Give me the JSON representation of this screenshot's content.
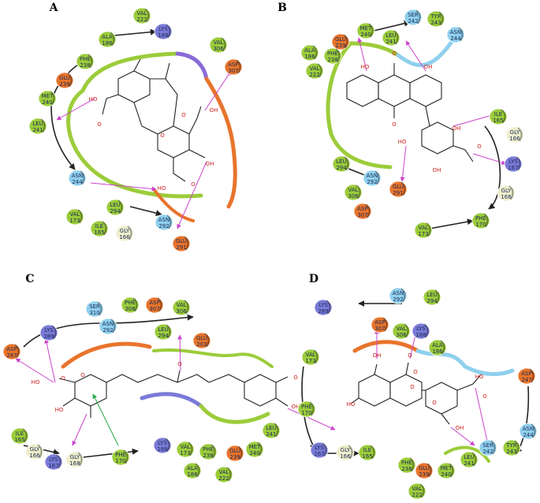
{
  "colors": {
    "hydrophobic": "#9ccc3a",
    "negative": "#e8742c",
    "positive": "#7a7ad8",
    "polar": "#8fd0ee",
    "glycine": "#eeeecc",
    "backbone": "#222222",
    "hbond": "#cc44cc",
    "pipi": "#22aa44",
    "oxygen": "#cc2222"
  },
  "panels": [
    {
      "label": "A",
      "residues": [
        {
          "name": "VAL",
          "num": "222",
          "type": "hydrophobic"
        },
        {
          "name": "LYS",
          "num": "188",
          "type": "positive"
        },
        {
          "name": "ALA",
          "num": "186",
          "type": "hydrophobic"
        },
        {
          "name": "VAL",
          "num": "306",
          "type": "hydrophobic"
        },
        {
          "name": "PHE",
          "num": "238",
          "type": "hydrophobic"
        },
        {
          "name": "ASP",
          "num": "307",
          "type": "negative"
        },
        {
          "name": "GLU",
          "num": "239",
          "type": "negative"
        },
        {
          "name": "MET",
          "num": "240",
          "type": "hydrophobic"
        },
        {
          "name": "LEU",
          "num": "241",
          "type": "hydrophobic"
        },
        {
          "name": "ASN",
          "num": "244",
          "type": "polar"
        },
        {
          "name": "VAL",
          "num": "173",
          "type": "hydrophobic"
        },
        {
          "name": "LEU",
          "num": "294",
          "type": "hydrophobic"
        },
        {
          "name": "ASN",
          "num": "292",
          "type": "polar"
        },
        {
          "name": "ILE",
          "num": "165",
          "type": "hydrophobic"
        },
        {
          "name": "GLY",
          "num": "166",
          "type": "glycine"
        },
        {
          "name": "GLU",
          "num": "291",
          "type": "negative"
        }
      ],
      "atoms": [
        "HO",
        "O",
        "O",
        "O",
        "OH",
        "OH",
        "HO",
        "O"
      ]
    },
    {
      "label": "B",
      "residues": [
        {
          "name": "SER",
          "num": "242",
          "type": "polar"
        },
        {
          "name": "TYR",
          "num": "243",
          "type": "hydrophobic"
        },
        {
          "name": "MET",
          "num": "240",
          "type": "hydrophobic"
        },
        {
          "name": "LEU",
          "num": "241",
          "type": "hydrophobic"
        },
        {
          "name": "ASN",
          "num": "244",
          "type": "polar"
        },
        {
          "name": "GLU",
          "num": "239",
          "type": "negative"
        },
        {
          "name": "ALA",
          "num": "186",
          "type": "hydrophobic"
        },
        {
          "name": "PHE",
          "num": "238",
          "type": "hydrophobic"
        },
        {
          "name": "VAL",
          "num": "222",
          "type": "hydrophobic"
        },
        {
          "name": "ILE",
          "num": "165",
          "type": "hydrophobic"
        },
        {
          "name": "GLY",
          "num": "166",
          "type": "glycine"
        },
        {
          "name": "LYS",
          "num": "167",
          "type": "positive"
        },
        {
          "name": "LEU",
          "num": "294",
          "type": "hydrophobic"
        },
        {
          "name": "ASN",
          "num": "292",
          "type": "polar"
        },
        {
          "name": "GLU",
          "num": "291",
          "type": "negative"
        },
        {
          "name": "VAL",
          "num": "306",
          "type": "hydrophobic"
        },
        {
          "name": "ASP",
          "num": "307",
          "type": "negative"
        },
        {
          "name": "GLY",
          "num": "168",
          "type": "glycine"
        },
        {
          "name": "PHE",
          "num": "170",
          "type": "hydrophobic"
        },
        {
          "name": "VAL",
          "num": "173",
          "type": "hydrophobic"
        }
      ],
      "atoms": [
        "HO",
        "OH",
        "O",
        "O",
        "OH",
        "HO",
        "OH",
        "O"
      ]
    },
    {
      "label": "C",
      "residues": [
        {
          "name": "SER",
          "num": "310",
          "type": "polar"
        },
        {
          "name": "PHE",
          "num": "308",
          "type": "hydrophobic"
        },
        {
          "name": "ASP",
          "num": "307",
          "type": "negative"
        },
        {
          "name": "VAL",
          "num": "306",
          "type": "hydrophobic"
        },
        {
          "name": "LYS",
          "num": "289",
          "type": "positive"
        },
        {
          "name": "ASN",
          "num": "292",
          "type": "polar"
        },
        {
          "name": "LEU",
          "num": "294",
          "type": "hydrophobic"
        },
        {
          "name": "GLU",
          "num": "203",
          "type": "negative"
        },
        {
          "name": "ASP",
          "num": "287",
          "type": "negative"
        },
        {
          "name": "ILE",
          "num": "165",
          "type": "hydrophobic"
        },
        {
          "name": "GLY",
          "num": "166",
          "type": "glycine"
        },
        {
          "name": "LYS",
          "num": "167",
          "type": "positive"
        },
        {
          "name": "GLY",
          "num": "168",
          "type": "glycine"
        },
        {
          "name": "PHE",
          "num": "170",
          "type": "hydrophobic"
        },
        {
          "name": "LYS",
          "num": "188",
          "type": "positive"
        },
        {
          "name": "VAL",
          "num": "173",
          "type": "hydrophobic"
        },
        {
          "name": "ALA",
          "num": "186",
          "type": "hydrophobic"
        },
        {
          "name": "PHE",
          "num": "238",
          "type": "hydrophobic"
        },
        {
          "name": "GLU",
          "num": "239",
          "type": "negative"
        },
        {
          "name": "MET",
          "num": "240",
          "type": "hydrophobic"
        },
        {
          "name": "LEU",
          "num": "241",
          "type": "hydrophobic"
        },
        {
          "name": "VAL",
          "num": "222",
          "type": "hydrophobic"
        }
      ],
      "atoms": [
        "HO",
        "O",
        "O",
        "HO",
        "O",
        "OH",
        "O"
      ]
    },
    {
      "label": "D",
      "residues": [
        {
          "name": "ASN",
          "num": "292",
          "type": "polar"
        },
        {
          "name": "LEU",
          "num": "294",
          "type": "hydrophobic"
        },
        {
          "name": "LYS",
          "num": "289",
          "type": "positive"
        },
        {
          "name": "ASP",
          "num": "307",
          "type": "negative"
        },
        {
          "name": "VAL",
          "num": "306",
          "type": "hydrophobic"
        },
        {
          "name": "LYS",
          "num": "188",
          "type": "positive"
        },
        {
          "name": "ALA",
          "num": "186",
          "type": "hydrophobic"
        },
        {
          "name": "VAL",
          "num": "173",
          "type": "hydrophobic"
        },
        {
          "name": "ASP",
          "num": "247",
          "type": "negative"
        },
        {
          "name": "PHE",
          "num": "170",
          "type": "hydrophobic"
        },
        {
          "name": "ASN",
          "num": "244",
          "type": "polar"
        },
        {
          "name": "LYS",
          "num": "167",
          "type": "positive"
        },
        {
          "name": "GLY",
          "num": "166",
          "type": "glycine"
        },
        {
          "name": "ILE",
          "num": "165",
          "type": "hydrophobic"
        },
        {
          "name": "SER",
          "num": "242",
          "type": "polar"
        },
        {
          "name": "TYR",
          "num": "243",
          "type": "hydrophobic"
        },
        {
          "name": "PHE",
          "num": "238",
          "type": "hydrophobic"
        },
        {
          "name": "GLU",
          "num": "239",
          "type": "negative"
        },
        {
          "name": "MET",
          "num": "240",
          "type": "hydrophobic"
        },
        {
          "name": "LEU",
          "num": "241",
          "type": "hydrophobic"
        },
        {
          "name": "VAL",
          "num": "222",
          "type": "hydrophobic"
        }
      ],
      "atoms": [
        "OH",
        "O",
        "O",
        "HO",
        "O",
        "O",
        "OH",
        "HO",
        "O"
      ]
    }
  ]
}
